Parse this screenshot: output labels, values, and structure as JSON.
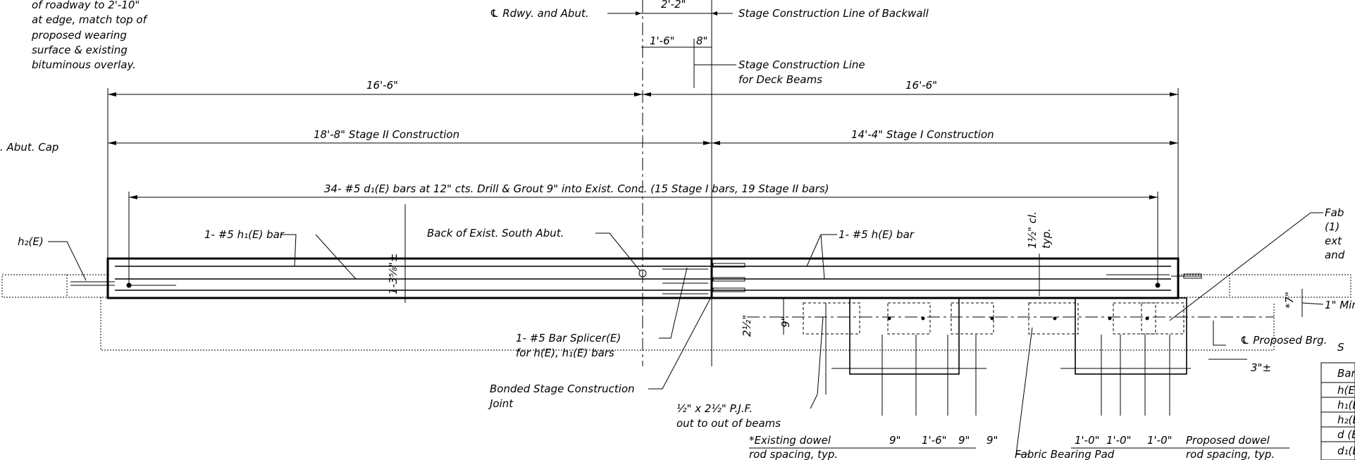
{
  "notes": {
    "top_left_lines": [
      "of roadway to 2'-10\"",
      "at edge, match top of",
      "proposed wearing",
      "surface & existing",
      "bituminous overlay."
    ],
    "abut_cap": ". Abut. Cap",
    "h2": "h₂(E)",
    "cl_rdwy": "℄ Rdwy. and Abut.",
    "stage_line_backwall": "Stage Construction Line of Backwall",
    "stage_line_deck_1": "Stage Construction Line",
    "stage_line_deck_2": "for Deck Beams",
    "bar_h1": "1- #5 h₁(E) bar",
    "back_exist": "Back of Exist. South Abut.",
    "bar_h": "1- #5 h(E) bar",
    "clear_typ_1": "1½\" cl.",
    "clear_typ_2": "typ.",
    "splicer_1": "1- #5 Bar Splicer(E)",
    "splicer_2": "for h(E), h₁(E) bars",
    "bonded_1": "Bonded Stage Construction",
    "bonded_2": "Joint",
    "pjf_1": "½\" x 2½\" P.J.F.",
    "pjf_2": "out to out of beams",
    "existing_dowel_1": "*Existing dowel",
    "existing_dowel_2": "rod spacing, typ.",
    "proposed_dowel_1": "Proposed dowel",
    "proposed_dowel_2": "rod spacing, typ.",
    "fabric_pad": "Fabric Bearing Pad",
    "proposed_brg": "℄ Proposed Brg.",
    "fab_right_1": "Fab",
    "fab_right_2": "(1)",
    "fab_right_3": "ext",
    "fab_right_4": "and",
    "one_min": "1\" Min",
    "three_plus_minus": "3\"±",
    "right_s": "S",
    "vertical_1_3_5_8": "1-3⅝\"±",
    "dim_2_half": "2½\"",
    "dim_9_vert": "9\"",
    "dim_7_star": "*7\""
  },
  "dimensions": {
    "d_2_2": "2'-2\"",
    "d_1_6": "1'-6\"",
    "d_8": "8\"",
    "d_16_6_left": "16'-6\"",
    "d_16_6_right": "16'-6\"",
    "d_18_8": "18'-8\" Stage II Construction",
    "d_14_4": "14'-4\" Stage I Construction",
    "d_34": "34- #5 d₁(E) bars at 12\" cts.  Drill & Grout 9\" into Exist. Conc. (15 Stage I bars, 19 Stage II bars)",
    "bottom_left": [
      "9\"",
      "1'-6\"",
      "9\"",
      "9\""
    ],
    "bottom_right": [
      "1'-0\"",
      "1'-0\"",
      "1'-0\""
    ]
  },
  "table": {
    "header": "Bar",
    "rows": [
      "h(E",
      "h₁(E",
      "h₂(E",
      "d (E",
      "d₁(E"
    ]
  }
}
